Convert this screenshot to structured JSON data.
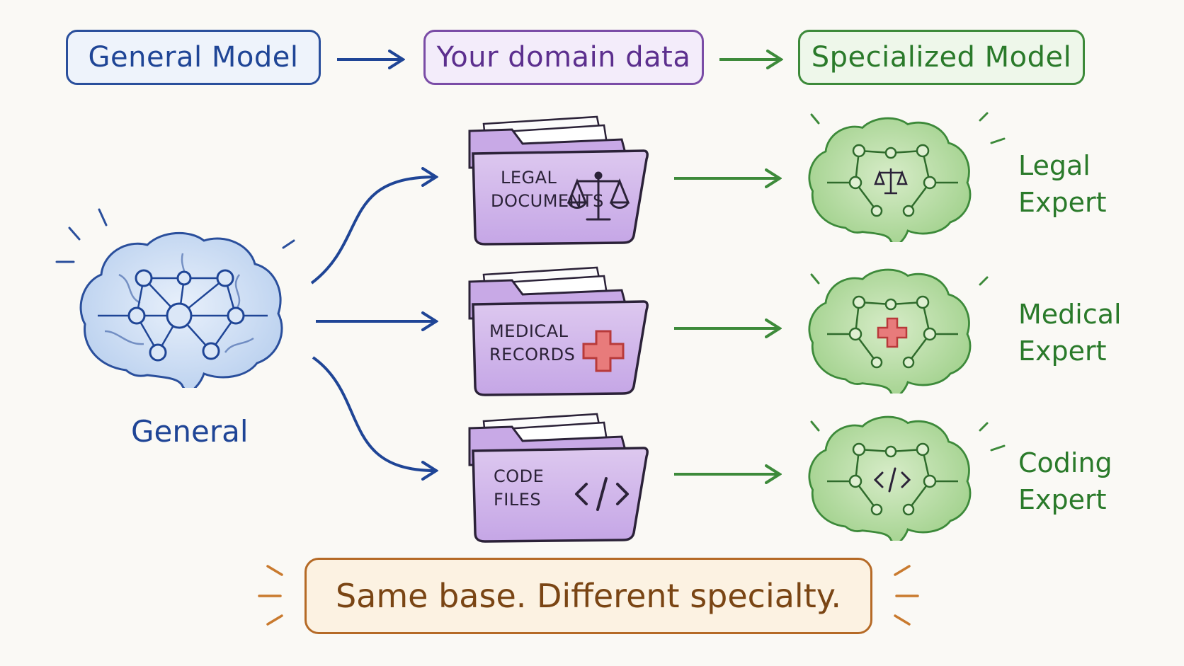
{
  "header": {
    "general_model": "General Model",
    "domain_data": "Your domain data",
    "specialized_model": "Specialized Model"
  },
  "general_label": "General",
  "folders": [
    {
      "line1": "LEGAL",
      "line2": "DOCUMENTS",
      "icon": "scales-icon"
    },
    {
      "line1": "MEDICAL",
      "line2": "RECORDS",
      "icon": "medical-cross-icon"
    },
    {
      "line1": "CODE",
      "line2": "FILES",
      "icon": "code-icon"
    }
  ],
  "experts": [
    {
      "line1": "Legal",
      "line2": "Expert",
      "icon": "scales-icon"
    },
    {
      "line1": "Medical",
      "line2": "Expert",
      "icon": "medical-cross-icon"
    },
    {
      "line1": "Coding",
      "line2": "Expert",
      "icon": "code-icon"
    }
  ],
  "footer": "Same base. Different specialty.",
  "colors": {
    "general": "#1f4596",
    "domain": "#7a4ca6",
    "specialized": "#2a7a2a",
    "footer": "#b56a26"
  }
}
